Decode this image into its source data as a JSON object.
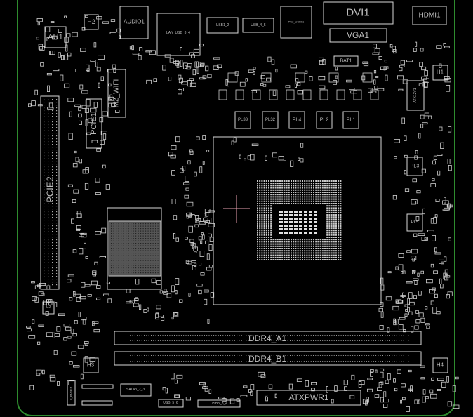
{
  "board": {
    "outline_color": "#2e8b2e",
    "stroke_color": "#d8d8d8",
    "cursor_color": "#e8a0b0"
  },
  "components": {
    "au1": "AU1",
    "h2": "H2",
    "audio1": "AUDIO1",
    "lan_usb": "LAN_USB_3_4",
    "usb1_2": "USB1_2",
    "usb_4_5": "USB_4_5",
    "ps2_usb": "PS2_USB01",
    "dvi1": "DVI1",
    "hdmi1": "HDMI1",
    "vga1": "VGA1",
    "bat1": "BAT1",
    "h1": "H1",
    "m2_wifi": "M2_WIFI",
    "pcie1": "PCIE1",
    "pcie2": "PCIE2",
    "atx12v1": "ATX12V1",
    "pl33": "PL33",
    "pl32": "PL32",
    "pl4": "PL4",
    "pl2": "PL2",
    "pl1": "PL1",
    "pl3": "PL3",
    "pl5": "PL5",
    "ddr4_a1": "DDR4_A1",
    "ddr4_b1": "DDR4_B1",
    "h3": "H3",
    "h4": "H4",
    "sata": "SATA3_2_3",
    "usb_5_6": "USB_5_6",
    "usb3_3_4": "USB3_3_4",
    "atxpwr1": "ATXPWR1",
    "f_panel1": "F_PANEL1",
    "u2": "U2"
  }
}
